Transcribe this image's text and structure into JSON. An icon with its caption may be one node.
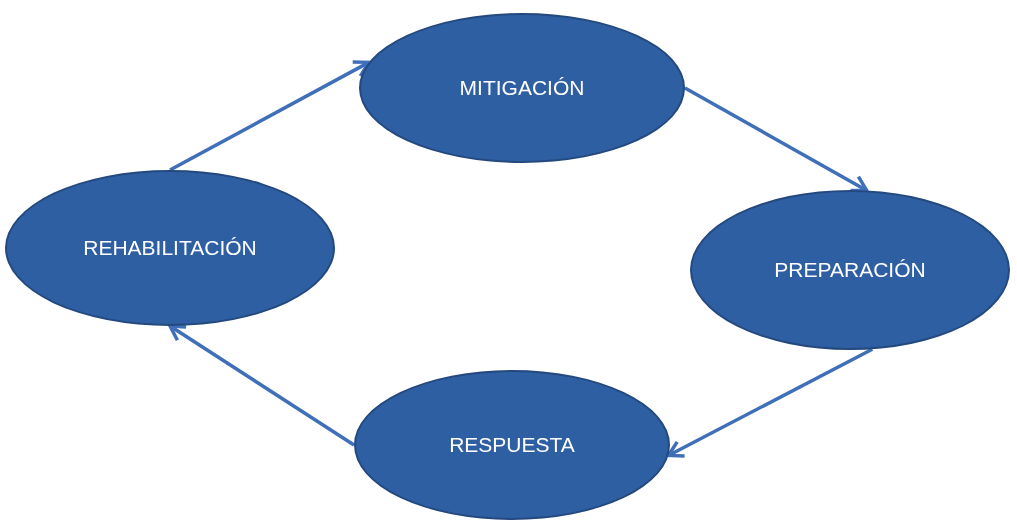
{
  "diagram": {
    "nodes": [
      {
        "text": [
          "MITIGACIÓN"
        ]
      },
      {
        "text": [
          "REHABILITACIÓN"
        ]
      },
      {
        "text": [
          "PREPARACIÓN"
        ]
      },
      {
        "text": [
          "RESPUESTA"
        ]
      }
    ],
    "edges": [
      {
        "from": 1,
        "to": 0,
        "arrow": "to"
      },
      {
        "from": 0,
        "to": 2,
        "arrow": "to"
      },
      {
        "from": 2,
        "to": 3,
        "arrow": "to"
      },
      {
        "from": 3,
        "to": 1,
        "arrow": "to"
      }
    ]
  }
}
